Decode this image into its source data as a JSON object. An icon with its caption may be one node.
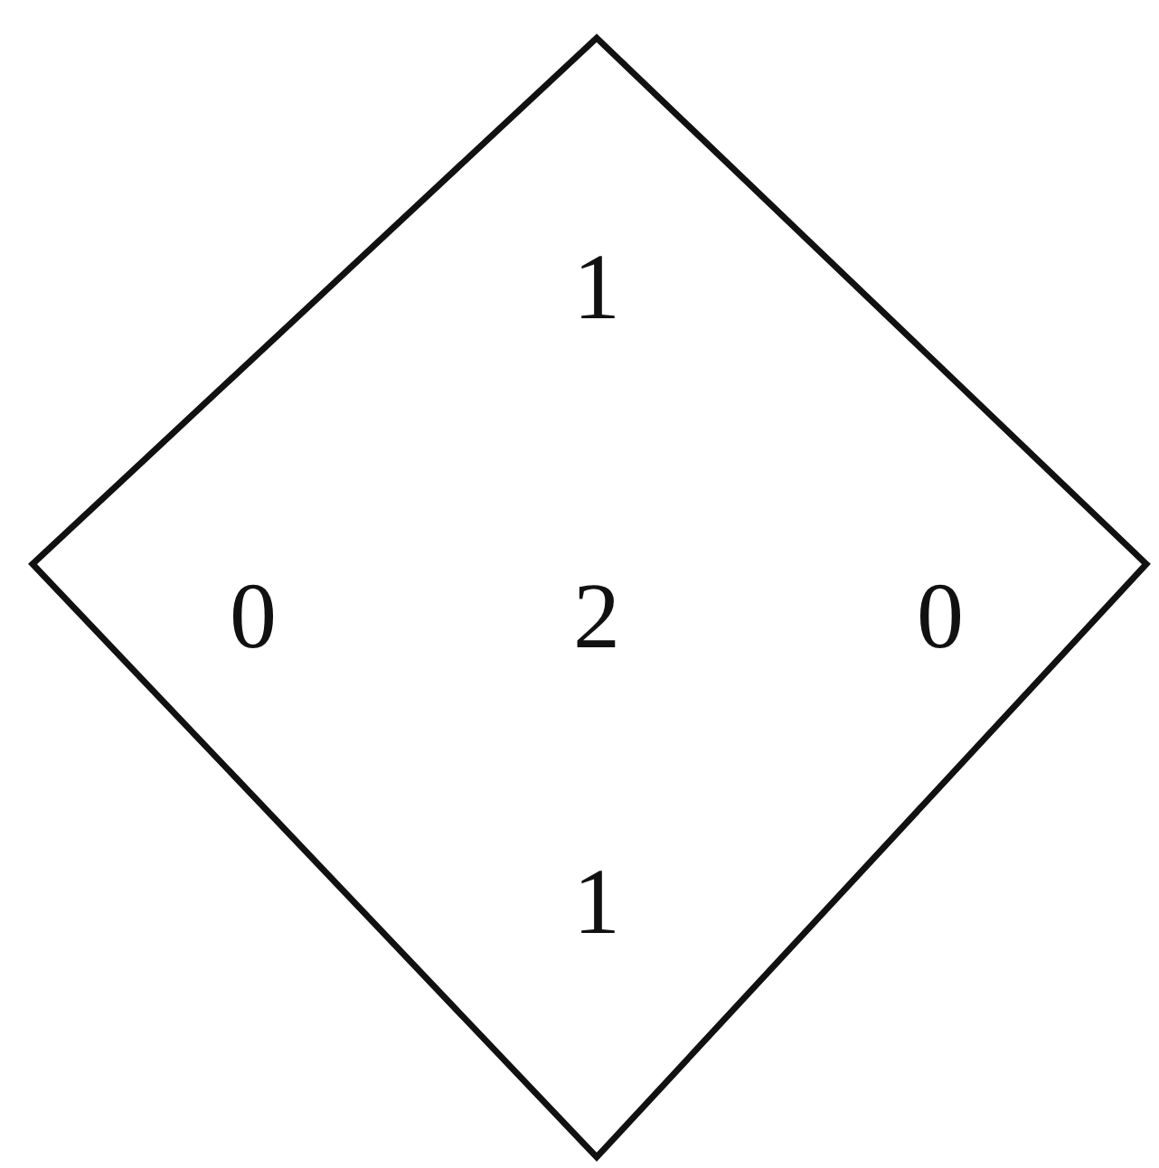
{
  "diagram": {
    "nodes": [
      {
        "text": [
          "1",
          "0",
          "2",
          "0",
          "1"
        ]
      }
    ]
  }
}
